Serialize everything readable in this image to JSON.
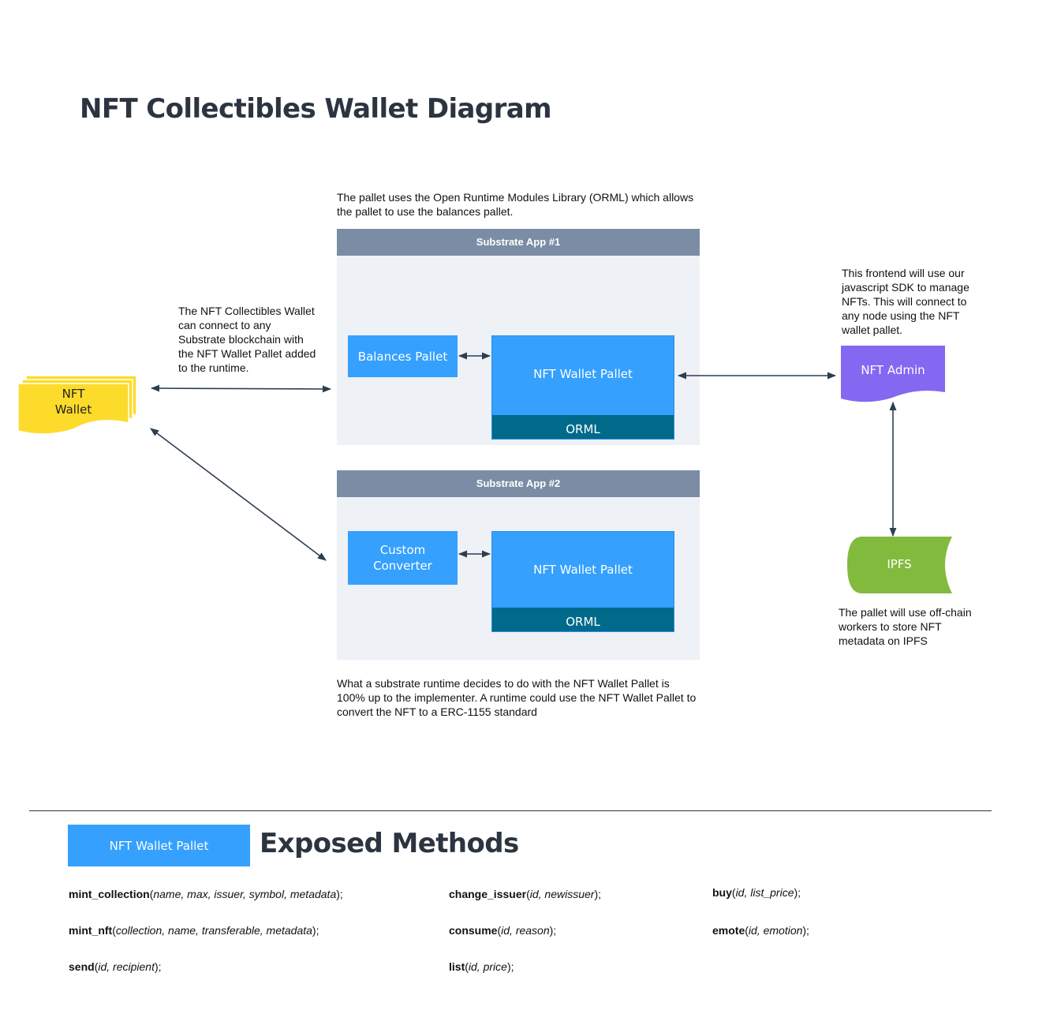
{
  "title": "NFT Collectibles Wallet Diagram",
  "notes": {
    "orml": [
      "The pallet uses the Open Runtime Modules Library (ORML) which allows",
      "the pallet to use the balances pallet."
    ],
    "wallet": [
      "The NFT Collectibles Wallet",
      "can connect to any",
      "Substrate blockchain with",
      "the NFT Wallet Pallet added",
      "to the runtime."
    ],
    "frontend": [
      "This frontend will use our",
      "javascript SDK to manage",
      "NFTs. This will connect to",
      "any node using the NFT",
      "wallet pallet."
    ],
    "ipfs": [
      "The pallet will use off-chain",
      "workers to store NFT",
      "metadata on IPFS"
    ],
    "runtime": [
      "What a substrate runtime decides to do with the NFT Wallet Pallet is",
      "100% up to the implementer. A runtime could use the NFT Wallet Pallet to",
      "convert the NFT to a ERC-1155 standard"
    ]
  },
  "app1": {
    "header": "Substrate App #1",
    "balances": "Balances Pallet",
    "nft_pallet": "NFT Wallet Pallet",
    "orml": "ORML"
  },
  "app2": {
    "header": "Substrate App #2",
    "converter": [
      "Custom",
      "Converter"
    ],
    "nft_pallet": "NFT Wallet Pallet",
    "orml": "ORML"
  },
  "nft_wallet": [
    "NFT",
    "Wallet"
  ],
  "nft_admin": "NFT Admin",
  "ipfs": "IPFS",
  "legend": {
    "pallet": "NFT Wallet Pallet",
    "heading": "Exposed Methods"
  },
  "methods": [
    {
      "name": "mint_collection",
      "args": "name, max, issuer, symbol, metadata",
      "end": ");"
    },
    {
      "name": "mint_nft",
      "args": "collection, name, transferable, metadata",
      "end": ");"
    },
    {
      "name": "send",
      "args": "id, recipient",
      "end": ");"
    },
    {
      "name": "change_issuer",
      "args": "id, newissuer",
      "end": ");"
    },
    {
      "name": "consume",
      "args": "id, reason",
      "end": ");"
    },
    {
      "name": "list",
      "args": "id, price",
      "end": ");"
    },
    {
      "name": "buy",
      "args": "id, list_price",
      "end": ");"
    },
    {
      "name": "emote",
      "args": "id, emotion",
      "end": ");"
    }
  ],
  "colors": {
    "panel_bg": "#eef1f6",
    "panel_header": "#7b8da5",
    "pallet_blue": "#35a0fe",
    "orml_teal": "#006a8a",
    "wallet_yellow": "#fcdb2b",
    "admin_purple": "#8468f2",
    "ipfs_green": "#82ba3e",
    "arrow": "#2c3e50"
  }
}
